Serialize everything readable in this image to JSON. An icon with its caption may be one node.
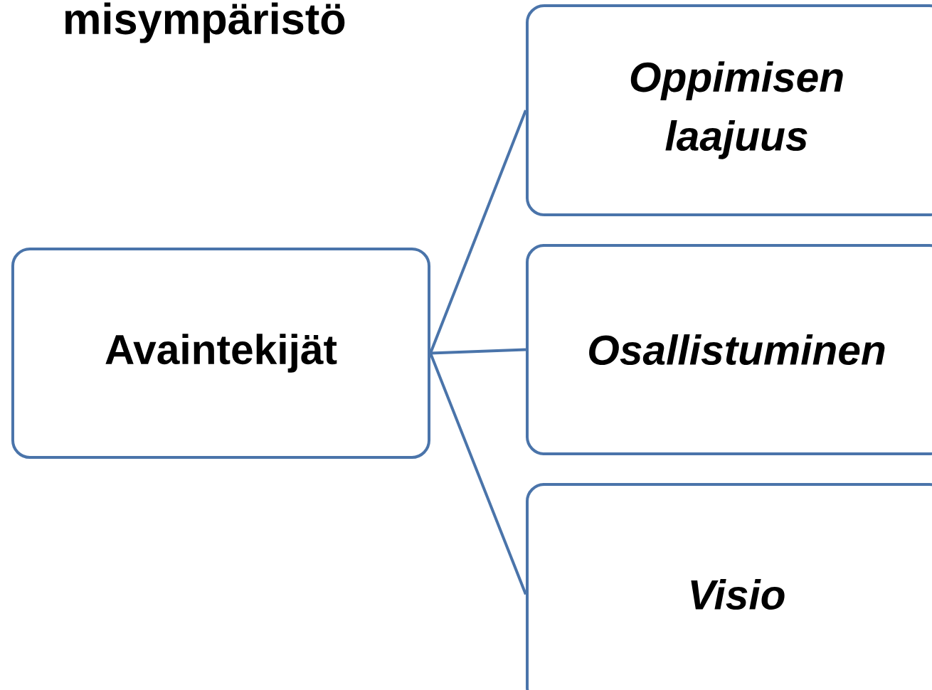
{
  "diagram": {
    "title": "misympäristö",
    "nodes": [
      {
        "text": [
          "Avaintekijät"
        ]
      },
      {
        "text": [
          "Oppimisen laajuus"
        ]
      },
      {
        "text": [
          "Osallistuminen"
        ]
      },
      {
        "text": [
          "Visio"
        ]
      }
    ],
    "edges": [
      {
        "from": 0,
        "to": 1,
        "arrow": "none"
      },
      {
        "from": 0,
        "to": 2,
        "arrow": "none"
      },
      {
        "from": 0,
        "to": 3,
        "arrow": "none"
      }
    ]
  }
}
